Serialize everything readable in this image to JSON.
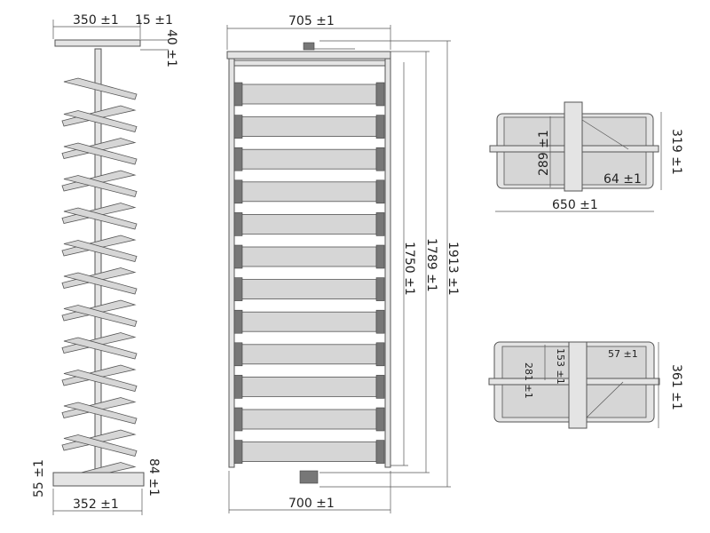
{
  "side_view": {
    "top_width": "350 ±1",
    "top_offset": "15 ±1",
    "top_height": "40 ±1",
    "base_height": "55 ±1",
    "base_depth": "84 ±1",
    "base_width": "352 ±1"
  },
  "front_view": {
    "outer_width": "705 ±1",
    "inner_width": "700 ±1",
    "height_inner": "1750 ±1",
    "height_mid": "1789 ±1",
    "height_total": "1913 ±1"
  },
  "top_view_a": {
    "offset": "289 ±1",
    "post": "64 ±1",
    "width": "650 ±1",
    "depth": "319 ±1"
  },
  "top_view_b": {
    "offset_a": "153 ±1",
    "offset_b": "281 ±1",
    "post": "57 ±1",
    "depth": "361 ±1"
  }
}
